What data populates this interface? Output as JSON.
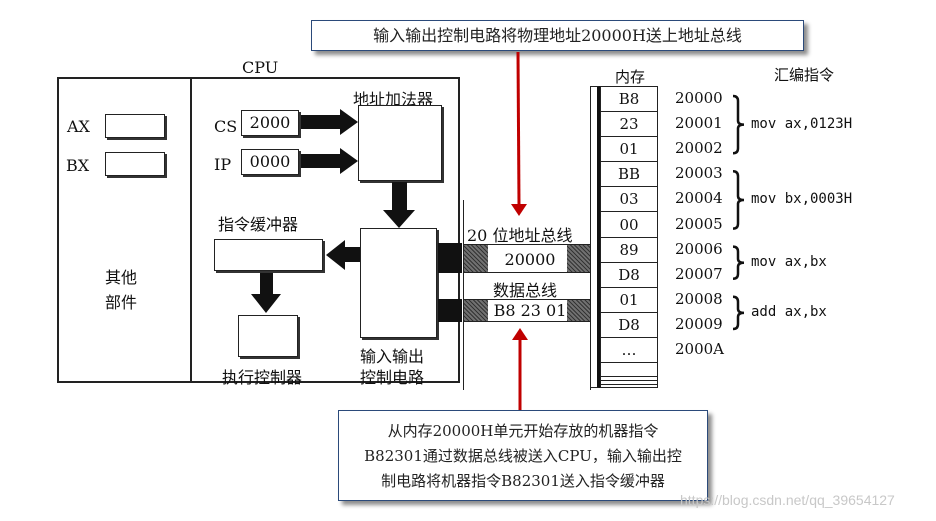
{
  "callouts": {
    "top": "输入输出控制电路将物理地址20000H送上地址总线",
    "bottom_lines": [
      "从内存20000H单元开始存放的机器指令",
      "B82301通过数据总线被送入CPU，输入输出控",
      "制电路将机器指令B82301送入指令缓冲器"
    ]
  },
  "cpu": {
    "title": "CPU",
    "registers": [
      {
        "name": "AX",
        "value": ""
      },
      {
        "name": "BX",
        "value": ""
      }
    ],
    "other_parts_lines": [
      "其他",
      "部件"
    ],
    "cs": {
      "name": "CS",
      "value": "2000"
    },
    "ip": {
      "name": "IP",
      "value": "0000"
    },
    "address_adder": "地址加法器",
    "instruction_buffer": "指令缓冲器",
    "execution_controller": "执行控制器",
    "io_control_lines": [
      "输入输出",
      "控制电路"
    ]
  },
  "bus": {
    "address_bus_label": "20 位地址总线",
    "address_bus_value": "20000",
    "data_bus_label": "数据总线",
    "data_bus_value": "B8 23 01"
  },
  "memory": {
    "title": "内存",
    "cells": [
      {
        "value": "B8",
        "address": "20000"
      },
      {
        "value": "23",
        "address": "20001"
      },
      {
        "value": "01",
        "address": "20002"
      },
      {
        "value": "BB",
        "address": "20003"
      },
      {
        "value": "03",
        "address": "20004"
      },
      {
        "value": "00",
        "address": "20005"
      },
      {
        "value": "89",
        "address": "20006"
      },
      {
        "value": "D8",
        "address": "20007"
      },
      {
        "value": "01",
        "address": "20008"
      },
      {
        "value": "D8",
        "address": "20009"
      },
      {
        "value": "…",
        "address": "2000A"
      }
    ]
  },
  "assembly": {
    "title": "汇编指令",
    "instructions": [
      {
        "text": "mov ax,0123H",
        "bytes": 3
      },
      {
        "text": "mov bx,0003H",
        "bytes": 3
      },
      {
        "text": "mov ax,bx",
        "bytes": 2
      },
      {
        "text": "add ax,bx",
        "bytes": 2
      }
    ]
  },
  "colors": {
    "callout_border": "#2b4a7a",
    "pointer_arrow": "#c00000"
  },
  "watermark": "https://blog.csdn.net/qq_39654127"
}
